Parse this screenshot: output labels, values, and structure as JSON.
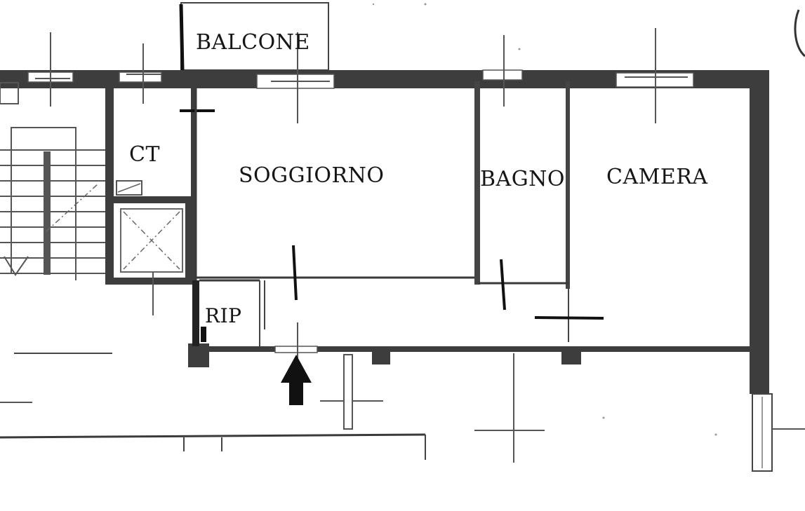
{
  "plan": {
    "colors": {
      "wall": "#3d3d3d",
      "line": "#3a3a3a",
      "paper": "#ffffff"
    },
    "rooms": {
      "balcone": "BALCONE",
      "ct": "CT",
      "soggiorno": "SOGGIORNO",
      "bagno": "BAGNO",
      "camera": "CAMERA",
      "rip": "RIP"
    },
    "icons": {
      "entrance": "arrow-up-icon"
    }
  }
}
